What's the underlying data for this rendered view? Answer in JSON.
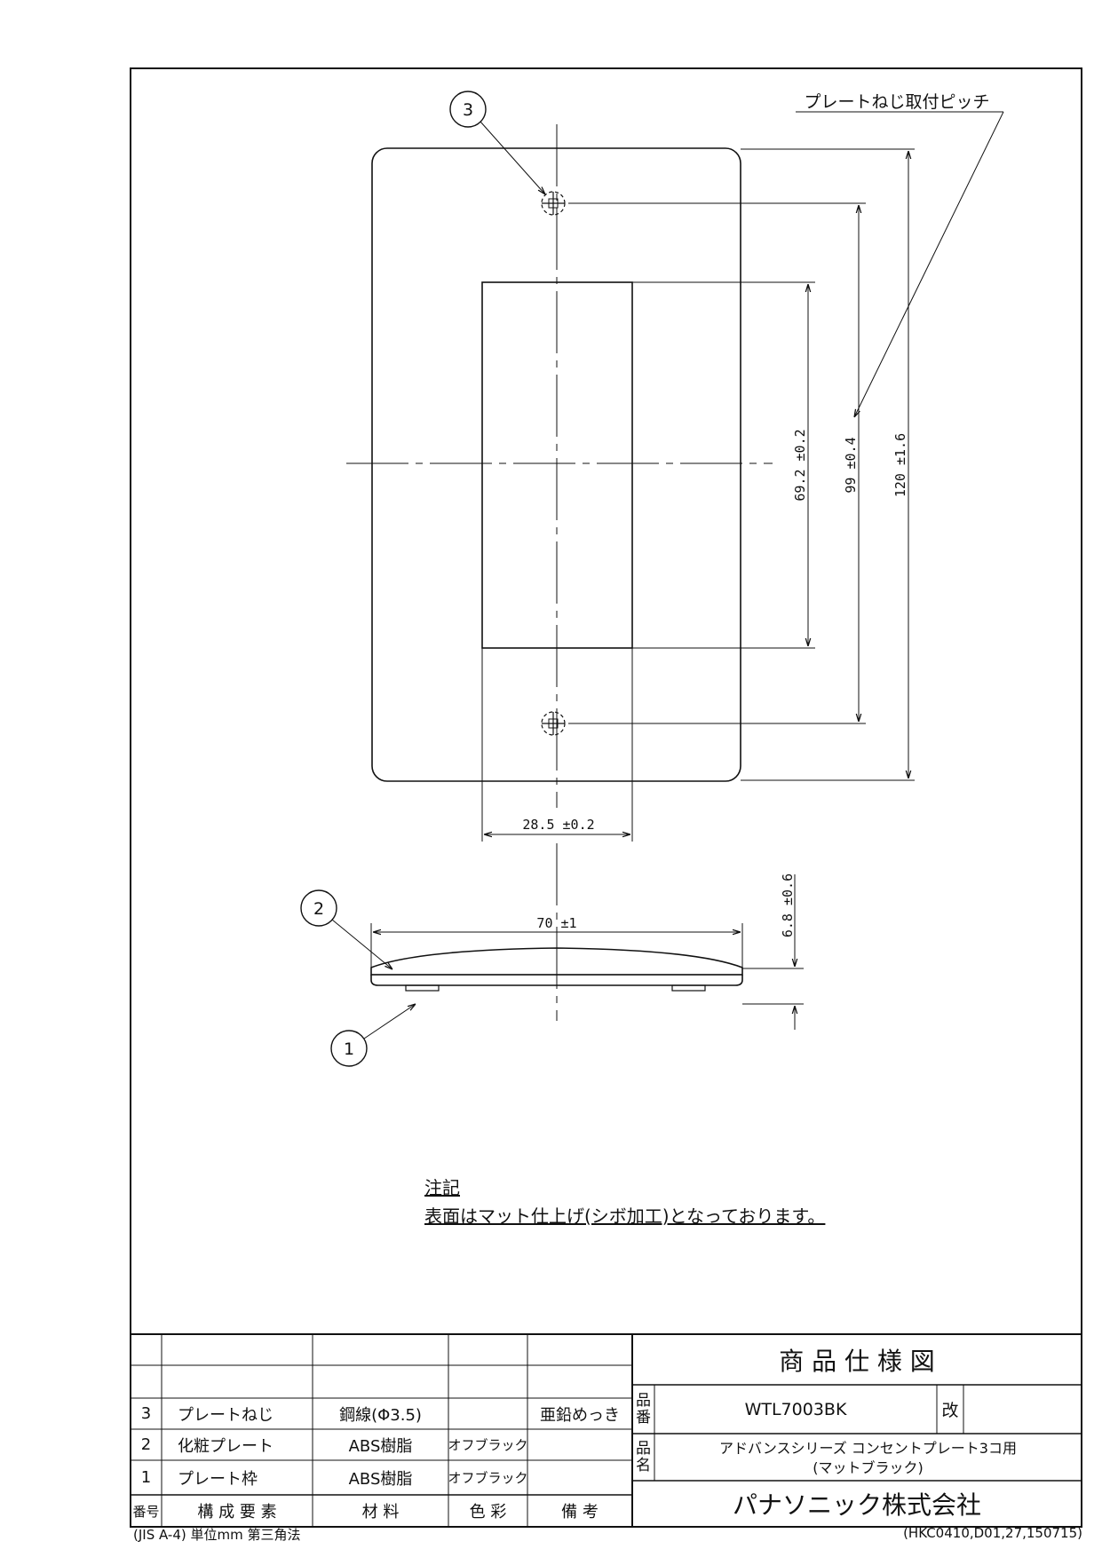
{
  "drawing": {
    "callout_title": "プレートねじ取付ピッチ",
    "balloons": [
      "3",
      "2",
      "1"
    ],
    "dimensions": {
      "opening_height": "69.2 ±0.2",
      "screw_pitch": "99 ±0.4",
      "plate_height": "120 ±1.6",
      "opening_width": "28.5 ±0.2",
      "plate_width": "70 ±1",
      "thickness": "6.8 ±0.6"
    }
  },
  "notes": {
    "heading": "注記",
    "text": "表面はマット仕上げ(シボ加工)となっております。"
  },
  "parts_table": {
    "headers": {
      "no": "番号",
      "component": "構 成 要 素",
      "material": "材  料",
      "color": "色  彩",
      "remarks": "備  考"
    },
    "rows": [
      {
        "no": "3",
        "component": "プレートねじ",
        "material": "鋼線(Φ3.5)",
        "color": "",
        "remarks": "亜鉛めっき"
      },
      {
        "no": "2",
        "component": "化粧プレート",
        "material": "ABS樹脂",
        "color": "オフブラック",
        "remarks": ""
      },
      {
        "no": "1",
        "component": "プレート枠",
        "material": "ABS樹脂",
        "color": "オフブラック",
        "remarks": ""
      }
    ]
  },
  "title_block": {
    "title": "商 品 仕 様 図",
    "part_no_label": "品番",
    "part_no": "WTL7003BK",
    "revision_label": "改",
    "name_label": "品名",
    "name_line1": "アドバンスシリーズ  コンセントプレート3コ用",
    "name_line2": "(マットブラック)",
    "company": "パナソニック株式会社"
  },
  "footer": {
    "left": "(JIS A-4) 単位mm  第三角法",
    "right": "(HKC0410,D01,27,150715)"
  }
}
